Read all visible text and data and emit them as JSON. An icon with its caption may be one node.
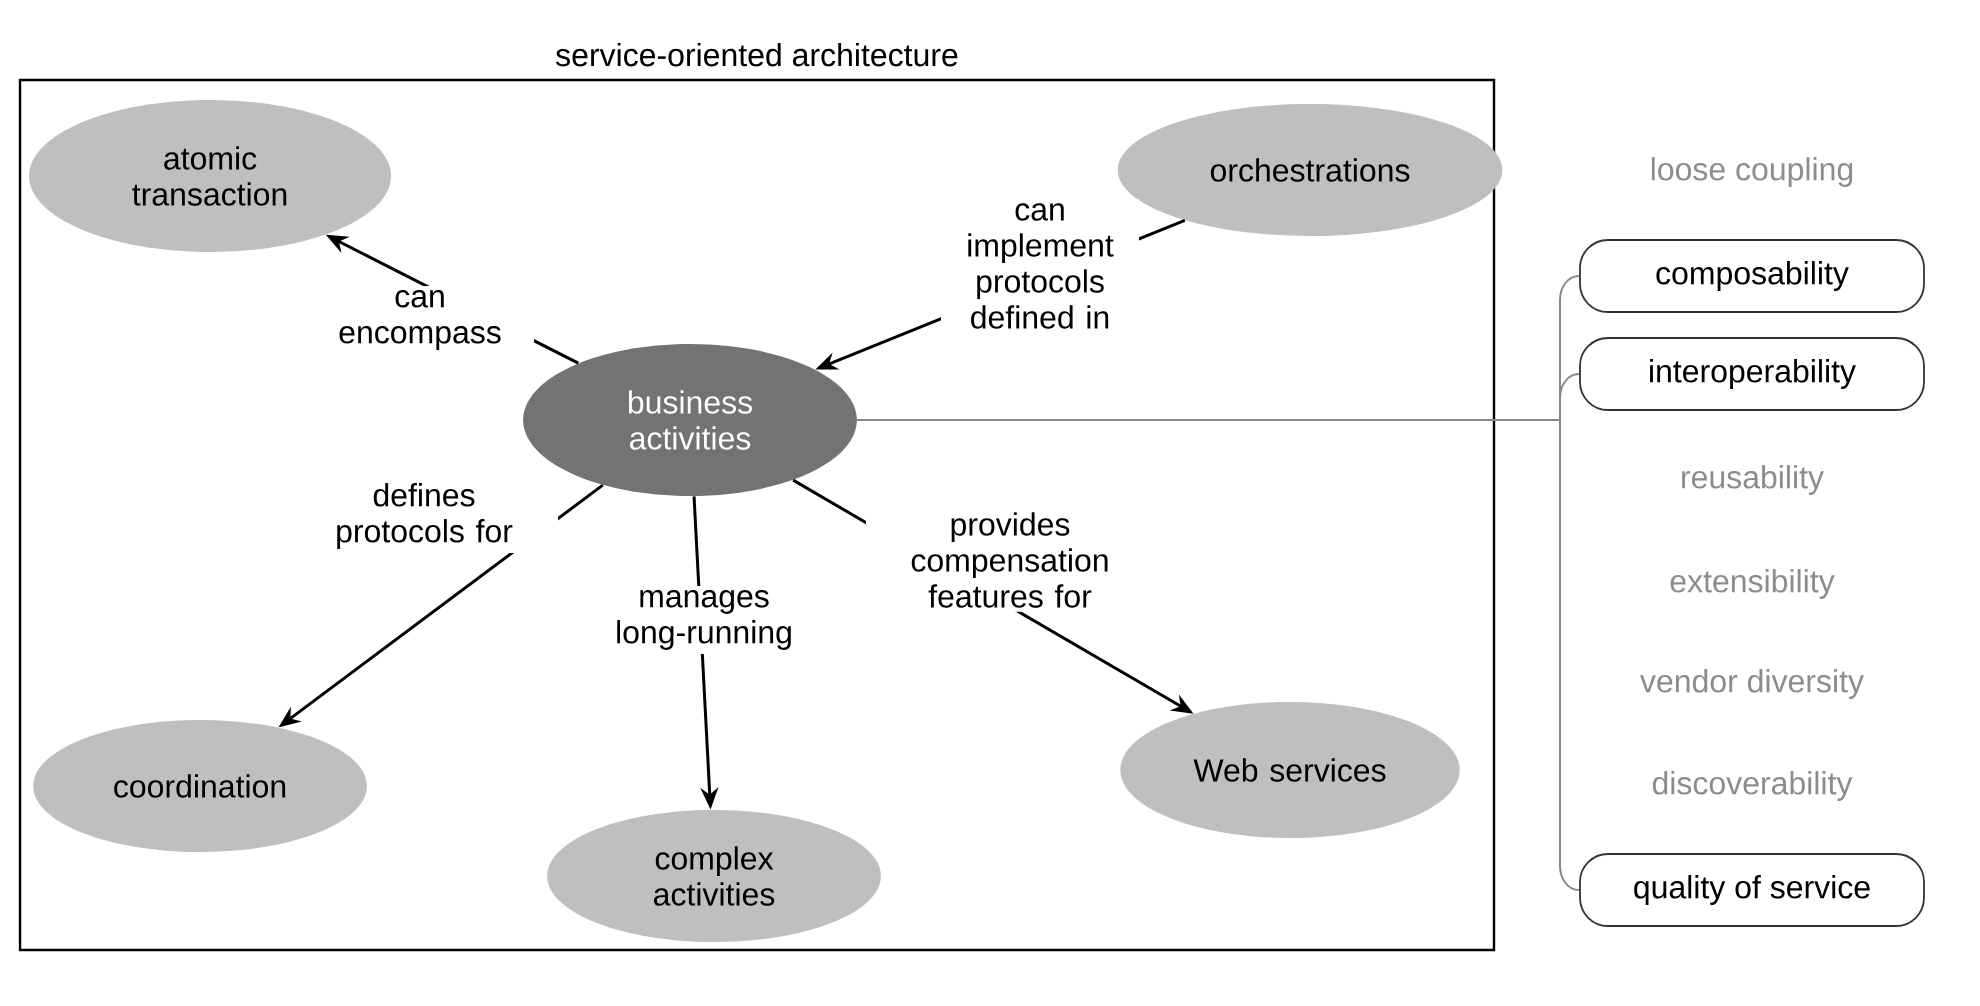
{
  "diagram": {
    "nodes": [
      {
        "text": [
          "service-oriented architecture"
        ]
      },
      {
        "text": [
          "atomic transaction"
        ],
        "in": 0
      },
      {
        "text": [
          "orchestrations"
        ],
        "in": 0
      },
      {
        "text": [
          "business activities"
        ],
        "in": 0
      },
      {
        "text": [
          "coordination"
        ],
        "in": 0
      },
      {
        "text": [
          "complex activities"
        ],
        "in": 0
      },
      {
        "text": [
          "Web services"
        ],
        "in": 0
      },
      {
        "text": [
          "composability"
        ]
      },
      {
        "text": [
          "interoperability"
        ]
      },
      {
        "text": [
          "quality of service"
        ]
      }
    ],
    "edges": [
      {
        "from": 3,
        "to": 1,
        "arrow": "to",
        "label": "can encompass"
      },
      {
        "from": 2,
        "to": 3,
        "arrow": "to",
        "label": "can implement protocols defined in"
      },
      {
        "from": 3,
        "to": 4,
        "arrow": "to",
        "label": "defines protocols for"
      },
      {
        "from": 3,
        "to": 5,
        "arrow": "to",
        "label": "manages long-running"
      },
      {
        "from": 3,
        "to": 6,
        "arrow": "to",
        "label": "provides compensation features for"
      },
      {
        "from": 3,
        "to": 7,
        "arrow": "none",
        "color": "#888888"
      },
      {
        "from": 3,
        "to": 8,
        "arrow": "none",
        "color": "#888888"
      },
      {
        "from": 3,
        "to": 9,
        "arrow": "none",
        "color": "#888888"
      }
    ],
    "labels": [
      "loose coupling",
      "reusability",
      "extensibility",
      "vendor diversity",
      "discoverability"
    ]
  }
}
